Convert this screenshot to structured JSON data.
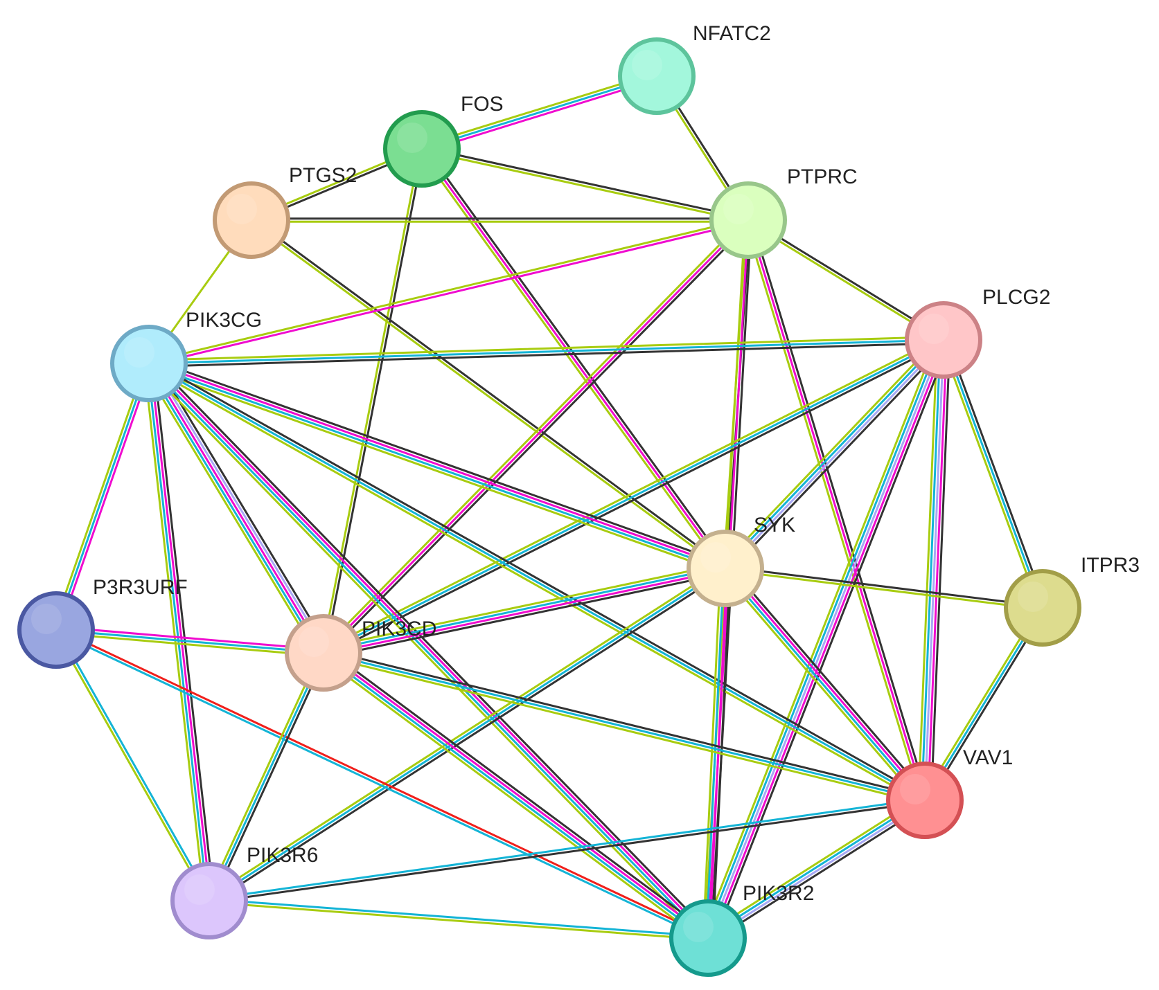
{
  "edge_colors": {
    "black": "#333333",
    "green": "#a8cc10",
    "magenta": "#f00ccf",
    "cyan": "#14b4d6",
    "lilac": "#a8a8f4",
    "red": "#f0201c"
  },
  "nodes": [
    {
      "id": "NFATC2",
      "label": "NFATC2",
      "fill": "#a3f7dc",
      "stroke": "#5dc49c"
    },
    {
      "id": "FOS",
      "label": "FOS",
      "fill": "#7bde92",
      "stroke": "#229c4e"
    },
    {
      "id": "PTGS2",
      "label": "PTGS2",
      "fill": "#ffdcbc",
      "stroke": "#c29a74"
    },
    {
      "id": "PTPRC",
      "label": "PTPRC",
      "fill": "#daffbe",
      "stroke": "#98c68a"
    },
    {
      "id": "PLCG2",
      "label": "PLCG2",
      "fill": "#ffc6c8",
      "stroke": "#cc8286"
    },
    {
      "id": "PIK3CG",
      "label": "PIK3CG",
      "fill": "#b0ecfc",
      "stroke": "#6eaac6"
    },
    {
      "id": "SYK",
      "label": "SYK",
      "fill": "#fff0cc",
      "stroke": "#c4b08e"
    },
    {
      "id": "ITPR3",
      "label": "ITPR3",
      "fill": "#dddc8e",
      "stroke": "#a29e48"
    },
    {
      "id": "P3R3URF",
      "label": "P3R3URF",
      "fill": "#99a6e0",
      "stroke": "#4a58a2"
    },
    {
      "id": "PIK3CD",
      "label": "PIK3CD",
      "fill": "#ffd8c6",
      "stroke": "#c4a08c"
    },
    {
      "id": "VAV1",
      "label": "VAV1",
      "fill": "#ff9092",
      "stroke": "#d45054"
    },
    {
      "id": "PIK3R6",
      "label": "PIK3R6",
      "fill": "#dcc6fc",
      "stroke": "#a08cce"
    },
    {
      "id": "PIK3R2",
      "label": "PIK3R2",
      "fill": "#6ee0d6",
      "stroke": "#159a8c"
    }
  ],
  "edges": [
    {
      "source": "NFATC2",
      "target": "FOS",
      "colors": [
        "magenta",
        "cyan",
        "green"
      ]
    },
    {
      "source": "NFATC2",
      "target": "PTPRC",
      "colors": [
        "black",
        "green"
      ]
    },
    {
      "source": "FOS",
      "target": "PTGS2",
      "colors": [
        "black",
        "green"
      ]
    },
    {
      "source": "FOS",
      "target": "PTPRC",
      "colors": [
        "black",
        "green"
      ]
    },
    {
      "source": "FOS",
      "target": "PIK3CD",
      "colors": [
        "black",
        "green"
      ]
    },
    {
      "source": "FOS",
      "target": "SYK",
      "colors": [
        "black",
        "magenta",
        "green"
      ]
    },
    {
      "source": "PTGS2",
      "target": "PTPRC",
      "colors": [
        "black",
        "green"
      ]
    },
    {
      "source": "PTGS2",
      "target": "PIK3CG",
      "colors": [
        "green"
      ]
    },
    {
      "source": "PTGS2",
      "target": "SYK",
      "colors": [
        "black",
        "green"
      ]
    },
    {
      "source": "PTPRC",
      "target": "PIK3CG",
      "colors": [
        "magenta",
        "green"
      ]
    },
    {
      "source": "PTPRC",
      "target": "PLCG2",
      "colors": [
        "black",
        "green"
      ]
    },
    {
      "source": "PTPRC",
      "target": "SYK",
      "colors": [
        "black",
        "green"
      ]
    },
    {
      "source": "PTPRC",
      "target": "PIK3CD",
      "colors": [
        "black",
        "magenta",
        "green"
      ]
    },
    {
      "source": "PTPRC",
      "target": "VAV1",
      "colors": [
        "black",
        "magenta",
        "green"
      ]
    },
    {
      "source": "PTPRC",
      "target": "PIK3R2",
      "colors": [
        "black",
        "magenta",
        "green"
      ]
    },
    {
      "source": "PLCG2",
      "target": "PIK3CG",
      "colors": [
        "black",
        "cyan",
        "green"
      ]
    },
    {
      "source": "PLCG2",
      "target": "SYK",
      "colors": [
        "black",
        "lilac",
        "cyan",
        "green"
      ]
    },
    {
      "source": "PLCG2",
      "target": "ITPR3",
      "colors": [
        "black",
        "cyan",
        "green"
      ]
    },
    {
      "source": "PLCG2",
      "target": "PIK3CD",
      "colors": [
        "black",
        "cyan",
        "green"
      ]
    },
    {
      "source": "PLCG2",
      "target": "VAV1",
      "colors": [
        "black",
        "magenta",
        "lilac",
        "cyan",
        "green"
      ]
    },
    {
      "source": "PLCG2",
      "target": "PIK3R2",
      "colors": [
        "black",
        "magenta",
        "lilac",
        "cyan",
        "green"
      ]
    },
    {
      "source": "PIK3CG",
      "target": "SYK",
      "colors": [
        "black",
        "magenta",
        "cyan",
        "green"
      ]
    },
    {
      "source": "PIK3CG",
      "target": "P3R3URF",
      "colors": [
        "magenta",
        "cyan",
        "green"
      ]
    },
    {
      "source": "PIK3CG",
      "target": "PIK3CD",
      "colors": [
        "black",
        "lilac",
        "magenta",
        "cyan",
        "green"
      ]
    },
    {
      "source": "PIK3CG",
      "target": "PIK3R6",
      "colors": [
        "black",
        "magenta",
        "cyan",
        "green"
      ]
    },
    {
      "source": "PIK3CG",
      "target": "VAV1",
      "colors": [
        "black",
        "cyan",
        "green"
      ]
    },
    {
      "source": "PIK3CG",
      "target": "PIK3R2",
      "colors": [
        "black",
        "magenta",
        "cyan",
        "green"
      ]
    },
    {
      "source": "SYK",
      "target": "ITPR3",
      "colors": [
        "black",
        "green"
      ]
    },
    {
      "source": "SYK",
      "target": "PIK3CD",
      "colors": [
        "black",
        "magenta",
        "cyan",
        "green"
      ]
    },
    {
      "source": "SYK",
      "target": "VAV1",
      "colors": [
        "black",
        "magenta",
        "cyan",
        "green"
      ]
    },
    {
      "source": "SYK",
      "target": "PIK3R6",
      "colors": [
        "black",
        "cyan",
        "green"
      ]
    },
    {
      "source": "SYK",
      "target": "PIK3R2",
      "colors": [
        "black",
        "magenta",
        "cyan",
        "green"
      ]
    },
    {
      "source": "ITPR3",
      "target": "VAV1",
      "colors": [
        "black",
        "cyan",
        "green"
      ]
    },
    {
      "source": "P3R3URF",
      "target": "PIK3CD",
      "colors": [
        "magenta",
        "cyan",
        "green"
      ]
    },
    {
      "source": "P3R3URF",
      "target": "PIK3R6",
      "colors": [
        "cyan",
        "green"
      ]
    },
    {
      "source": "P3R3URF",
      "target": "PIK3R2",
      "colors": [
        "red",
        "cyan"
      ]
    },
    {
      "source": "PIK3CD",
      "target": "VAV1",
      "colors": [
        "black",
        "cyan",
        "green"
      ]
    },
    {
      "source": "PIK3CD",
      "target": "PIK3R6",
      "colors": [
        "black",
        "cyan",
        "green"
      ]
    },
    {
      "source": "PIK3CD",
      "target": "PIK3R2",
      "colors": [
        "black",
        "magenta",
        "cyan",
        "green"
      ]
    },
    {
      "source": "VAV1",
      "target": "PIK3R6",
      "colors": [
        "black",
        "cyan"
      ]
    },
    {
      "source": "VAV1",
      "target": "PIK3R2",
      "colors": [
        "black",
        "lilac",
        "cyan",
        "green"
      ]
    },
    {
      "source": "PIK3R6",
      "target": "PIK3R2",
      "colors": [
        "cyan",
        "green"
      ]
    }
  ]
}
